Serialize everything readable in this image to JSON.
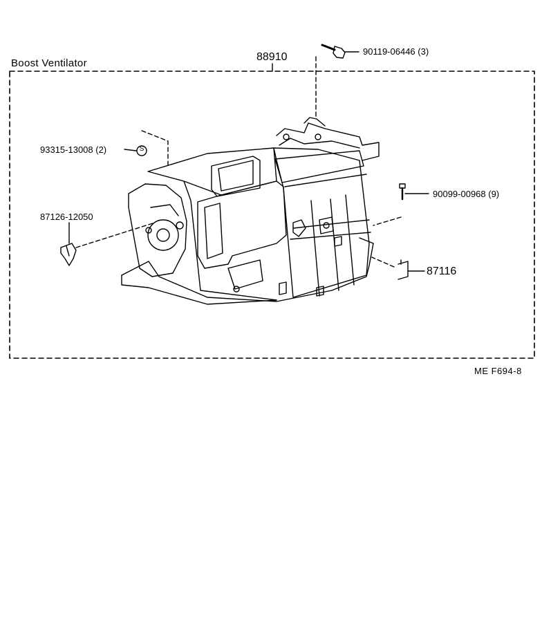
{
  "title": "Boost Ventilator",
  "main_part": "88910",
  "parts": {
    "bolt": "90119-06446 (3)",
    "screw": "90099-00968 (9)",
    "seal": "93315-13008 (2)",
    "seal_symbol": "S",
    "clip": "87126-12050",
    "bracket": "87116"
  },
  "figure_code": "ME  F694-8"
}
